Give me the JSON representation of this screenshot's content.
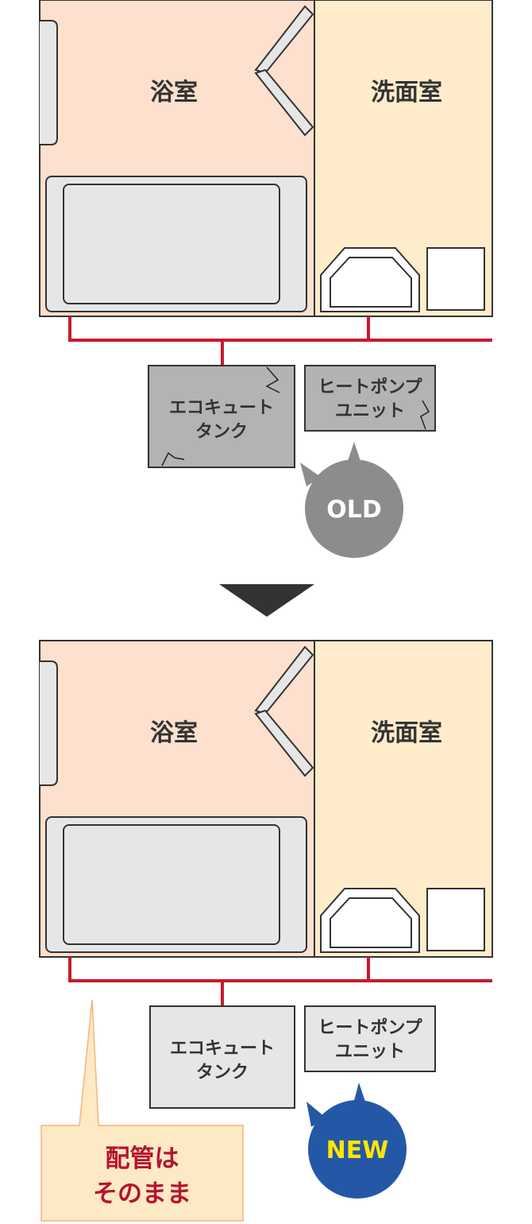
{
  "colors": {
    "bathroom_fill": "#fde0cd",
    "washroom_fill": "#feeccb",
    "wall_stroke": "#333333",
    "pipe": "#c8192e",
    "old_equipment_fill": "#b3b3b3",
    "new_equipment_fill": "#e6e6e6",
    "old_badge": "#8c8c8c",
    "new_badge": "#2557a7",
    "new_badge_text": "#ffe600",
    "note_fill": "#fde9c4",
    "note_border": "#f6b47a",
    "note_text": "#b5142f",
    "arrow": "#333333"
  },
  "rooms": {
    "bathroom": "浴室",
    "washroom": "洗面室"
  },
  "equipment": {
    "tank_line1": "エコキュート",
    "tank_line2": "タンク",
    "heatpump_line1": "ヒートポンプ",
    "heatpump_line2": "ユニット"
  },
  "badges": {
    "old": "OLD",
    "new": "NEW"
  },
  "note": {
    "line1": "配管は",
    "line2": "そのまま"
  },
  "icons": {
    "transition_arrow": "triangle-down-icon"
  }
}
